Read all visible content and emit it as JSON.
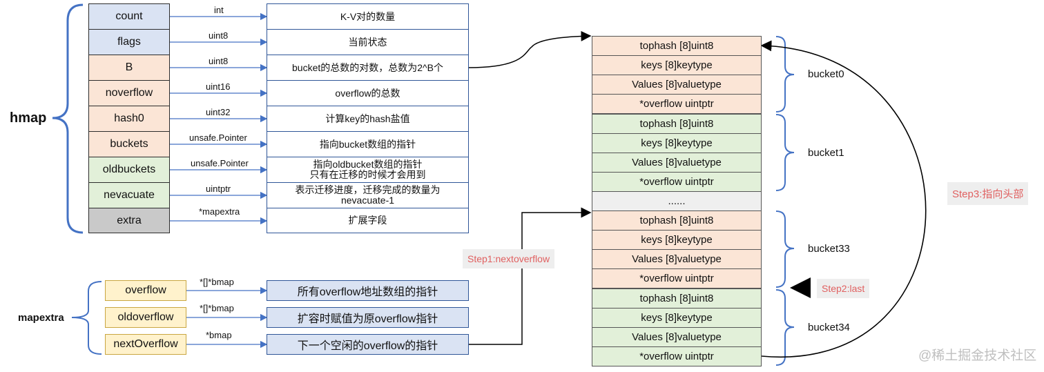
{
  "hmap": {
    "title": "hmap",
    "rows": [
      {
        "field": "count",
        "type": "int",
        "desc": "K-V对的数量",
        "color": "#dae3f3"
      },
      {
        "field": "flags",
        "type": "uint8",
        "desc": "当前状态",
        "color": "#dae3f3"
      },
      {
        "field": "B",
        "type": "uint8",
        "desc": "bucket的总数的对数，总数为2^B个",
        "color": "#fbe5d6"
      },
      {
        "field": "noverflow",
        "type": "uint16",
        "desc": "overflow的总数",
        "color": "#fbe5d6"
      },
      {
        "field": "hash0",
        "type": "uint32",
        "desc": "计算key的hash盐值",
        "color": "#fbe5d6"
      },
      {
        "field": "buckets",
        "type": "unsafe.Pointer",
        "desc": "指向bucket数组的指针",
        "color": "#fbe5d6"
      },
      {
        "field": "oldbuckets",
        "type": "unsafe.Pointer",
        "desc": "指向oldbucket数组的指针",
        "desc2": "只有在迁移的时候才会用到",
        "color": "#e2f0d9"
      },
      {
        "field": "nevacuate",
        "type": "uintptr",
        "desc": "表示迁移进度，迁移完成的数量为",
        "desc2": "nevacuate-1",
        "color": "#e2f0d9"
      },
      {
        "field": "extra",
        "type": "*mapextra",
        "desc": "扩展字段",
        "color": "#c9c9c9"
      }
    ]
  },
  "mapextra": {
    "title": "mapextra",
    "rows": [
      {
        "field": "overflow",
        "type": "*[]*bmap",
        "desc": "所有overflow地址数组的指针"
      },
      {
        "field": "oldoverflow",
        "type": "*[]*bmap",
        "desc": "扩容时赋值为原overflow指针"
      },
      {
        "field": "nextOverflow",
        "type": "*bmap",
        "desc": "下一个空闲的overflow的指针"
      }
    ]
  },
  "bucket_fields": [
    "tophash [8]uint8",
    "keys [8]keytype",
    "Values [8]valuetype",
    "*overflow uintptr"
  ],
  "ellipsis": "......",
  "buckets": [
    "bucket0",
    "bucket1",
    "bucket33",
    "bucket34"
  ],
  "steps": {
    "step1": "Step1:nextoverflow",
    "step2": "Step2:last",
    "step3": "Step3:指向头部"
  },
  "watermark": "@稀土掘金技术社区",
  "colors": {
    "arrow": "#4472c4",
    "brace": "#4472c4",
    "step_text": "#e06060",
    "peach": "#fbe5d6",
    "green": "#e2f0d9",
    "blue": "#dae3f3",
    "gray": "#c9c9c9",
    "yellow": "#fff2cc"
  }
}
